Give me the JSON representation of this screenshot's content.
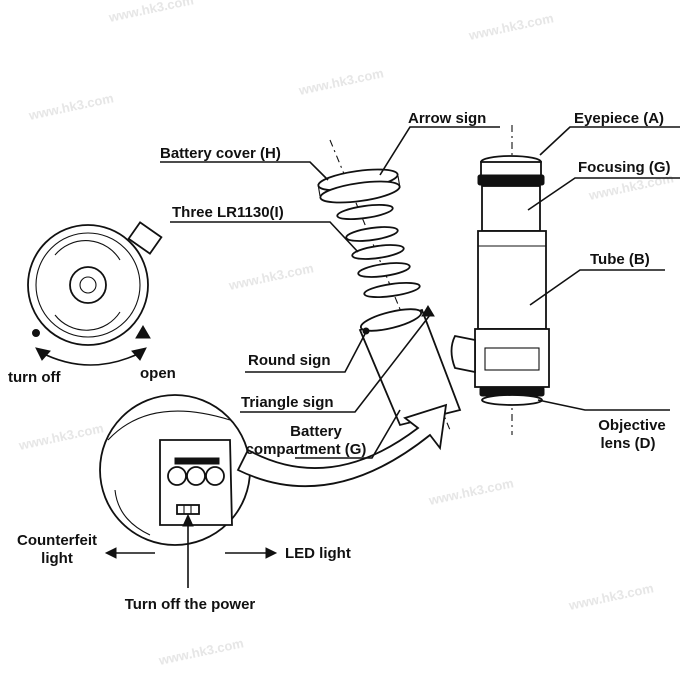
{
  "watermark_text": "www.hk3.com",
  "labels": {
    "arrow_sign": "Arrow sign",
    "eyepiece": "Eyepiece (A)",
    "battery_cover": "Battery cover (H)",
    "focusing": "Focusing (G)",
    "three_lr1130": "Three LR1130(I)",
    "tube": "Tube (B)",
    "turn_off": "turn off",
    "open": "open",
    "round_sign": "Round sign",
    "triangle_sign": "Triangle sign",
    "battery_compartment_line1": "Battery",
    "battery_compartment_line2": "compartment (G)",
    "objective_lens_line1": "Objective",
    "objective_lens_line2": "lens (D)",
    "counterfeit_light_line1": "Counterfeit",
    "counterfeit_light_line2": "light",
    "led_light": "LED light",
    "turn_off_power": "Turn off the power"
  },
  "icons": {
    "arrow": "arrow-icon",
    "battery": "battery-icon"
  },
  "colors": {
    "ink": "#111111",
    "background": "#ffffff",
    "watermark": "#e6e6e6"
  }
}
